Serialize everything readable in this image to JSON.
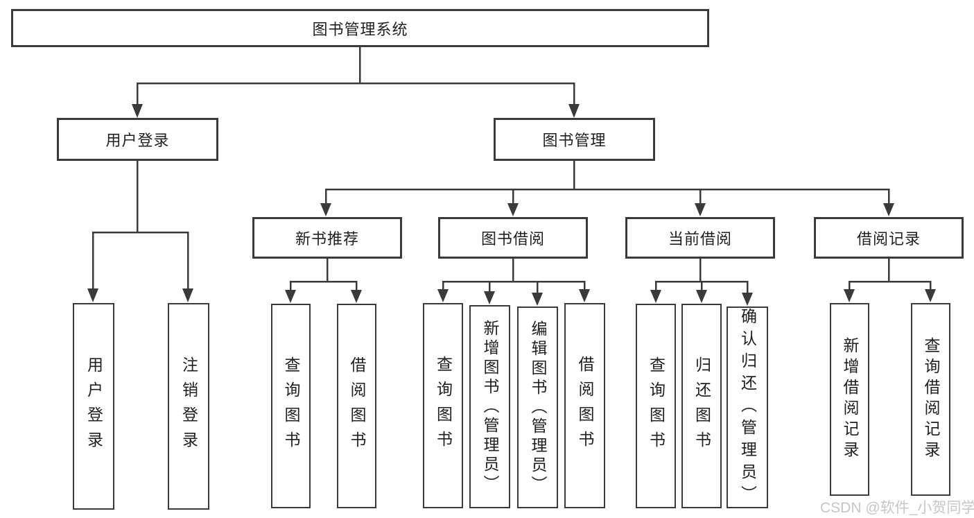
{
  "tree": {
    "root": "图书管理系统",
    "level2": {
      "user_login": "用户登录",
      "book_management": "图书管理"
    },
    "level3": {
      "new_book_recommend": "新书推荐",
      "book_borrow": "图书借阅",
      "current_borrow": "当前借阅",
      "borrow_records": "借阅记录"
    },
    "leaves": {
      "user_login": [
        "用户登录",
        "注销登录"
      ],
      "new_book_recommend": [
        "查询图书",
        "借阅图书"
      ],
      "book_borrow": [
        "查询图书",
        "新增图书（管理员）",
        "编辑图书（管理员）",
        "借阅图书"
      ],
      "current_borrow": [
        "查询图书",
        "归还图书",
        "确认归还（管理员）"
      ],
      "borrow_records": [
        "新增借阅记录",
        "查询借阅记录"
      ]
    }
  },
  "watermark": "CSDN @软件_小贺同学",
  "colors": {
    "line": "#3a3a3a",
    "text": "#1f1f1f",
    "node_background": "#ffffff",
    "page_background": "#ffffff",
    "watermark": "#c6c6c6"
  }
}
